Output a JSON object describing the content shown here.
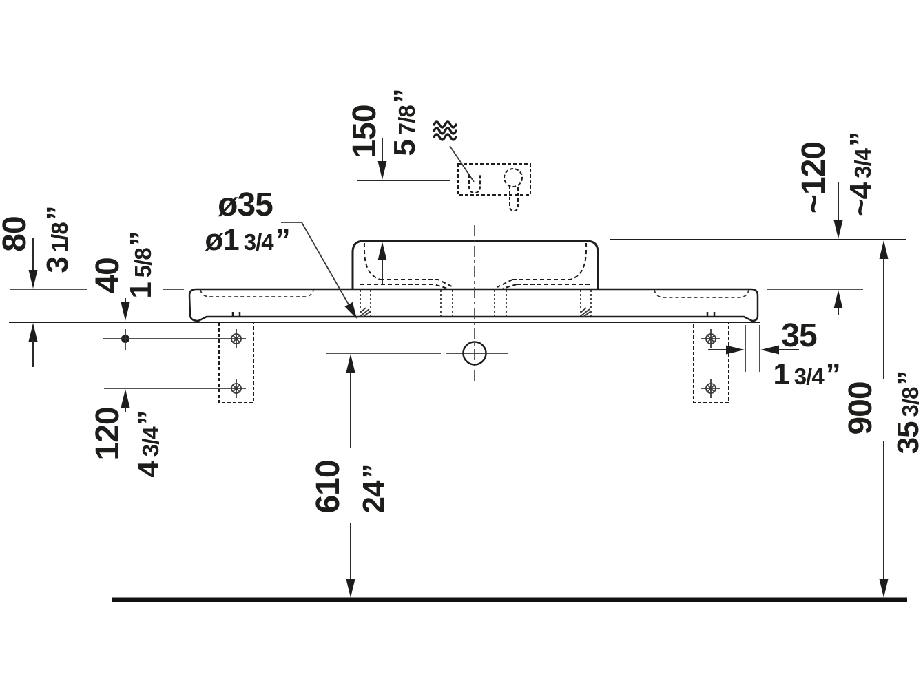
{
  "drawing": {
    "kind": "technical elevation drawing",
    "subject": "washbasin console with above-counter basin, wall brackets, wall-mounted faucet and drain, dimensioned in mm and inches"
  },
  "colors": {
    "ink": "#1d1d1b",
    "background": "#ffffff"
  },
  "dimensions": {
    "faucet_height": {
      "mm": "150",
      "in_whole": "5",
      "in_frac": "7/8",
      "unit": "”"
    },
    "frame_height": {
      "mm": "80",
      "in_whole": "3",
      "in_frac": "1/8",
      "unit": "”"
    },
    "screw_offset": {
      "mm": "40",
      "in_whole": "1",
      "in_frac": "5/8",
      "unit": "”"
    },
    "tap_hole_diameter": {
      "mm": "ø35",
      "in_whole": "ø1",
      "in_frac": "3/4",
      "unit": "”"
    },
    "basin_height": {
      "mm": "~120",
      "in_whole": "~4",
      "in_frac": "3/4",
      "unit": "”"
    },
    "side_offset": {
      "mm": "35",
      "in_whole": "1",
      "in_frac": "3/4",
      "unit": "”"
    },
    "screw_spacing": {
      "mm": "120",
      "in_whole": "4",
      "in_frac": "3/4",
      "unit": "”"
    },
    "drain_height": {
      "mm": "610",
      "in_whole": "24",
      "in_frac": "",
      "unit": "”"
    },
    "rim_height": {
      "mm": "900",
      "in_whole": "35",
      "in_frac": "3/8",
      "unit": "”"
    }
  }
}
